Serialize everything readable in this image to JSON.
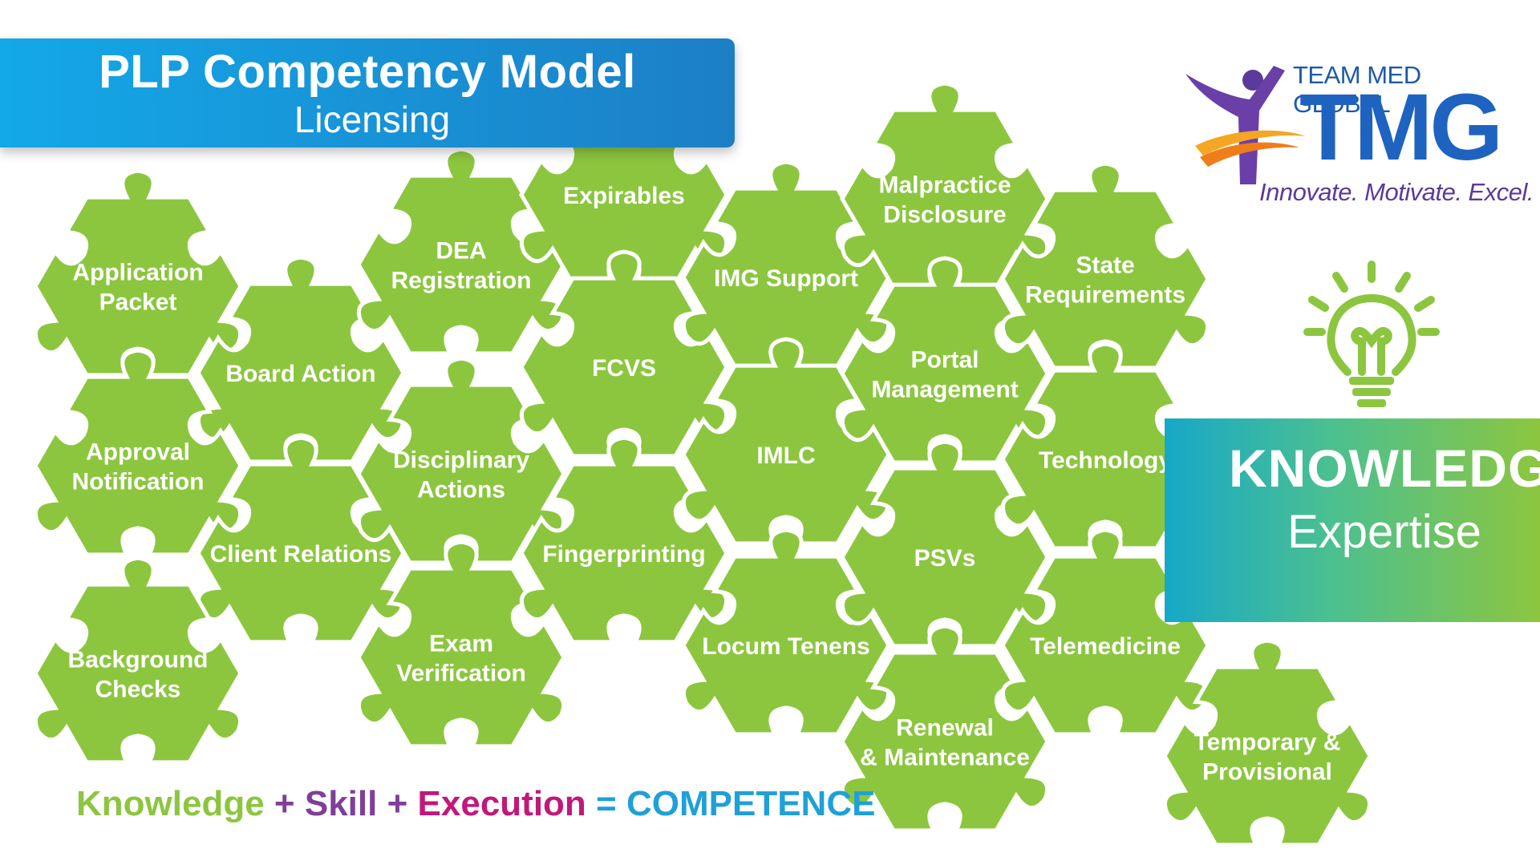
{
  "title": {
    "main": "PLP Competency Model",
    "sub": "Licensing"
  },
  "logo": {
    "company": "TEAM MED GLOBAL",
    "mark": "TMG",
    "tagline": "Innovate. Motivate. Excel.",
    "icon": "person-swoosh-icon"
  },
  "knowledge_panel": {
    "title": "KNOWLEDGE",
    "subtitle": "Expertise",
    "icon": "lightbulb-icon"
  },
  "equation": {
    "knowledge": "Knowledge",
    "plus1": "+",
    "skill": "Skill",
    "plus2": "+",
    "execution": "Execution",
    "equals": "=",
    "competence": "COMPETENCE"
  },
  "pieces": [
    {
      "id": "application-packet",
      "lines": [
        "Application",
        "Packet"
      ]
    },
    {
      "id": "board-action",
      "lines": [
        "Board Action"
      ]
    },
    {
      "id": "approval-notification",
      "lines": [
        "Approval",
        "Notification"
      ]
    },
    {
      "id": "client-relations",
      "lines": [
        "Client Relations"
      ]
    },
    {
      "id": "background-checks",
      "lines": [
        "Background",
        "Checks"
      ]
    },
    {
      "id": "dea-registration",
      "lines": [
        "DEA",
        "Registration"
      ]
    },
    {
      "id": "disciplinary-actions",
      "lines": [
        "Disciplinary",
        "Actions"
      ]
    },
    {
      "id": "exam-verification",
      "lines": [
        "Exam",
        "Verification"
      ]
    },
    {
      "id": "expirables",
      "lines": [
        "Expirables"
      ]
    },
    {
      "id": "fcvs",
      "lines": [
        "FCVS"
      ]
    },
    {
      "id": "fingerprinting",
      "lines": [
        "Fingerprinting"
      ]
    },
    {
      "id": "img-support",
      "lines": [
        "IMG Support"
      ]
    },
    {
      "id": "imlc",
      "lines": [
        "IMLC"
      ]
    },
    {
      "id": "locum-tenens",
      "lines": [
        "Locum Tenens"
      ]
    },
    {
      "id": "malpractice-disclosure",
      "lines": [
        "Malpractice",
        "Disclosure"
      ]
    },
    {
      "id": "portal-management",
      "lines": [
        "Portal",
        "Management"
      ]
    },
    {
      "id": "psvs",
      "lines": [
        "PSVs"
      ]
    },
    {
      "id": "renewal-maintenance",
      "lines": [
        "Renewal",
        "& Maintenance"
      ]
    },
    {
      "id": "state-requirements",
      "lines": [
        "State",
        "Requirements"
      ]
    },
    {
      "id": "technology",
      "lines": [
        "Technology"
      ]
    },
    {
      "id": "telemedicine",
      "lines": [
        "Telemedicine"
      ]
    },
    {
      "id": "temporary-provisional",
      "lines": [
        "Temporary &",
        "Provisional"
      ]
    }
  ],
  "colors": {
    "piece": "#8cc63f",
    "text": "#ffffff",
    "title_bg": "#1c8fd6"
  }
}
